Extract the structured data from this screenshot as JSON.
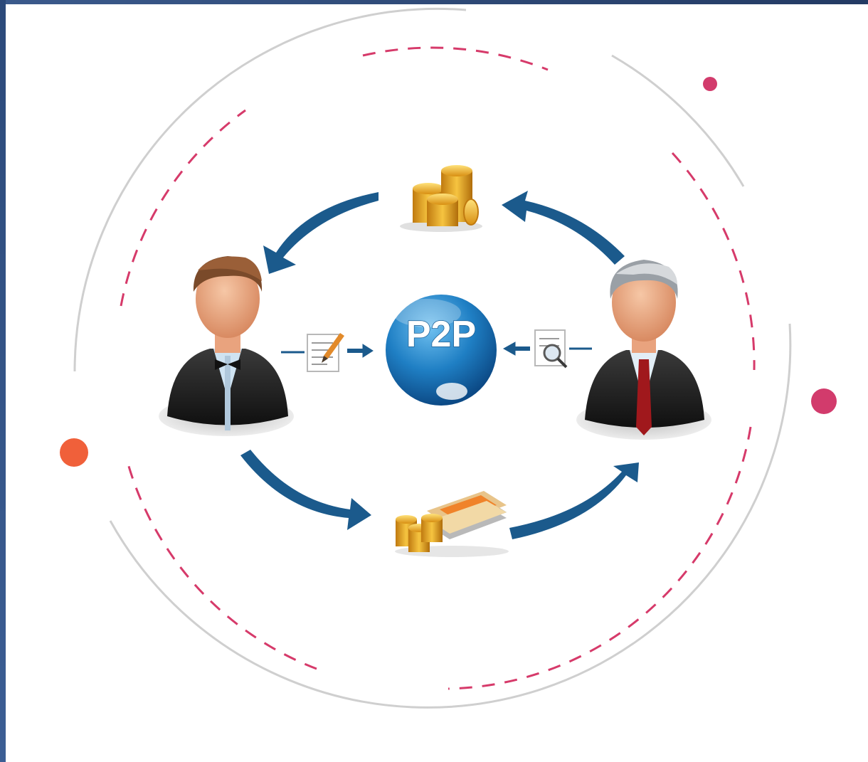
{
  "diagram": {
    "center_label": "P2P",
    "nodes": [
      {
        "name": "lender",
        "icon": "businessman-bowtie-icon"
      },
      {
        "name": "borrower",
        "icon": "senior-businessman-tie-icon"
      },
      {
        "name": "platform",
        "icon": "p2p-globe-icon"
      },
      {
        "name": "coin-stacks",
        "icon": "gold-coins-icon"
      },
      {
        "name": "cash-and-coins",
        "icon": "money-bills-coins-icon"
      },
      {
        "name": "application-form",
        "icon": "document-pen-icon"
      },
      {
        "name": "credit-review",
        "icon": "document-magnifier-icon"
      }
    ],
    "colors": {
      "arrow": "#1b5a8c",
      "dashed_ring": "#d63a6a",
      "outer_ring": "#c8c8c8",
      "dot_orange": "#f0603a",
      "dot_pink": "#d23b6c"
    }
  }
}
